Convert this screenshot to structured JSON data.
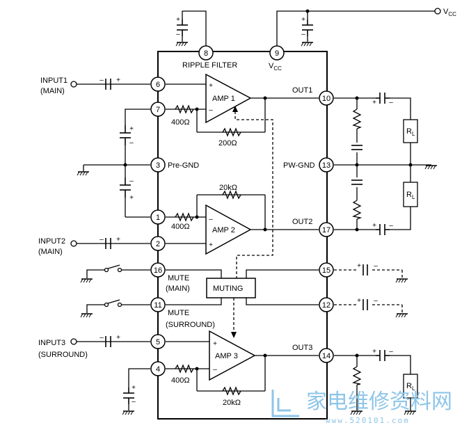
{
  "pins": {
    "p1": "1",
    "p2": "2",
    "p3": "3",
    "p4": "4",
    "p5": "5",
    "p6": "6",
    "p7": "7",
    "p8": "8",
    "p9": "9",
    "p10": "10",
    "p11": "11",
    "p12": "12",
    "p13": "13",
    "p14": "14",
    "p15": "15",
    "p16": "16",
    "p17": "17"
  },
  "labels": {
    "vcc_top_main": "V",
    "vcc_top_sub": "CC",
    "vcc_pin_main": "V",
    "vcc_pin_sub": "CC",
    "ripple_filter": "RIPPLE FILTER",
    "input1_line1": "INPUT1",
    "input1_line2": "(MAIN)",
    "input2_line1": "INPUT2",
    "input2_line2": "(MAIN)",
    "input3_line1": "INPUT3",
    "input3_line2": "(SURROUND)",
    "pre_gnd": "Pre-GND",
    "pw_gnd": "PW-GND",
    "out1": "OUT1",
    "out2": "OUT2",
    "out3": "OUT3",
    "amp1": "AMP 1",
    "amp2": "AMP 2",
    "amp3": "AMP 3",
    "mute_main_1": "MUTE",
    "mute_main_2": "(MAIN)",
    "mute_surround_1": "MUTE",
    "mute_surround_2": "(SURROUND)",
    "muting": "MUTING",
    "r400_1": "400Ω",
    "r400_2": "400Ω",
    "r400_3": "400Ω",
    "r200": "200Ω",
    "r20k_2": "20kΩ",
    "r20k_3": "20kΩ",
    "rl_main": "R",
    "rl_sub": "L",
    "plus": "+",
    "minus": "–"
  },
  "watermark": {
    "chinese": "家电维修资料网",
    "url": "www.520101.com"
  },
  "colors": {
    "ink": "#000000",
    "watermark": "#8ec5e8"
  }
}
